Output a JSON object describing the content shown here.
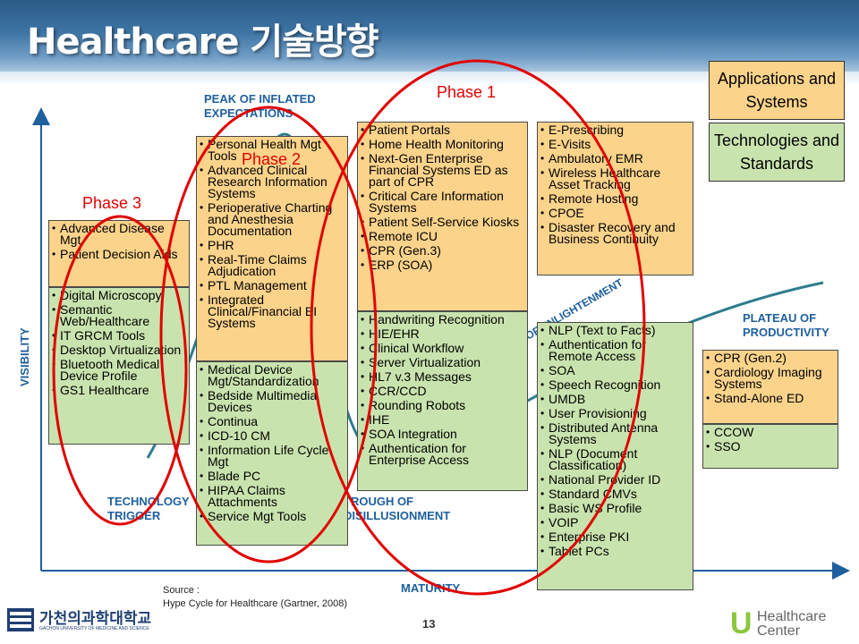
{
  "title": "Healthcare 기술방향",
  "legend": {
    "applications": "Applications and Systems",
    "technologies": "Technologies and Standards"
  },
  "axes": {
    "y_label": "VISIBILITY",
    "x_label": "MATURITY"
  },
  "stage_labels": {
    "peak": "PEAK OF INFLATED EXPECTATIONS",
    "trigger": "TECHNOLOGY TRIGGER",
    "trough": "TROUGH OF DISILLUSIONMENT",
    "slope": "SLOPE OF ENLIGHTENMENT",
    "plateau": "PLATEAU OF PRODUCTIVITY"
  },
  "phases": {
    "phase1": "Phase 1",
    "phase2": "Phase 2",
    "phase3": "Phase 3"
  },
  "columns": {
    "col1": {
      "applications": [
        "Advanced Disease Mgt",
        "Patient Decision Aids"
      ],
      "technologies": [
        "Digital Microscopy",
        "Semantic Web/Healthcare",
        "IT GRCM Tools",
        "Desktop Virtualization",
        "Bluetooth Medical Device Profile",
        "GS1 Healthcare"
      ]
    },
    "col2": {
      "applications": [
        "Personal Health Mgt Tools",
        "Advanced Clinical Research Information Systems",
        "Perioperative Charting and Anesthesia Documentation",
        "PHR",
        "Real-Time Claims Adjudication",
        "PTL Management",
        "Integrated Clinical/Financial BI Systems"
      ],
      "technologies": [
        "Medical Device Mgt/Standardization",
        "Bedside Multimedia Devices",
        "Continua",
        "ICD-10 CM",
        "Information Life Cycle Mgt",
        "Blade PC",
        "HIPAA Claims Attachments",
        "Service Mgt Tools"
      ]
    },
    "col3": {
      "applications": [
        "Patient Portals",
        "Home Health Monitoring",
        "Next-Gen Enterprise Financial Systems ED as part of CPR",
        "Critical Care Information Systems",
        "Patient Self-Service Kiosks",
        "Remote ICU",
        "CPR (Gen.3)",
        "ERP (SOA)"
      ],
      "technologies": [
        "Handwriting Recognition",
        "HIE/EHR",
        "Clinical Workflow",
        "Server Virtualization",
        "HL7 v.3 Messages",
        "CCR/CCD",
        "Rounding Robots",
        "IHE",
        "SOA Integration",
        "Authentication for Enterprise Access"
      ]
    },
    "col4": {
      "applications": [
        "E-Prescribing",
        "E-Visits",
        "Ambulatory EMR",
        "Wireless Healthcare Asset Tracking",
        "Remote Hosting",
        "CPOE",
        "Disaster Recovery and Business Continuity"
      ],
      "technologies": [
        "NLP (Text to Facts)",
        "Authentication for Remote Access",
        "SOA",
        "Speech Recognition",
        "UMDB",
        "User Provisioning",
        "Distributed Antenna Systems",
        "NLP (Document Classification)",
        "National Provider ID",
        "Standard CMVs",
        "Basic WS Profile",
        "VOIP",
        "Enterprise PKI",
        "Tablet PCs"
      ]
    },
    "col5": {
      "applications": [
        "CPR (Gen.2)",
        "Cardiology Imaging Systems",
        "Stand-Alone ED"
      ],
      "technologies": [
        "CCOW",
        "SSO"
      ]
    }
  },
  "source": {
    "label": "Source :",
    "text": "Hype Cycle for Healthcare (Gartner, 2008)"
  },
  "page_number": "13",
  "logo_left": {
    "korean": "가천의과학대학교",
    "english": "GACHON UNIVERSITY OF MEDICINE AND SCIENCE"
  },
  "logo_right": {
    "mark": "U",
    "line1": "Healthcare",
    "line2": "Center"
  },
  "colors": {
    "applications_fill": "#fbd38b",
    "technologies_fill": "#c9e3ae",
    "phase_ellipse": "#e00000",
    "stage_label": "#1e5f9e",
    "curve": "#2e7d8c"
  }
}
